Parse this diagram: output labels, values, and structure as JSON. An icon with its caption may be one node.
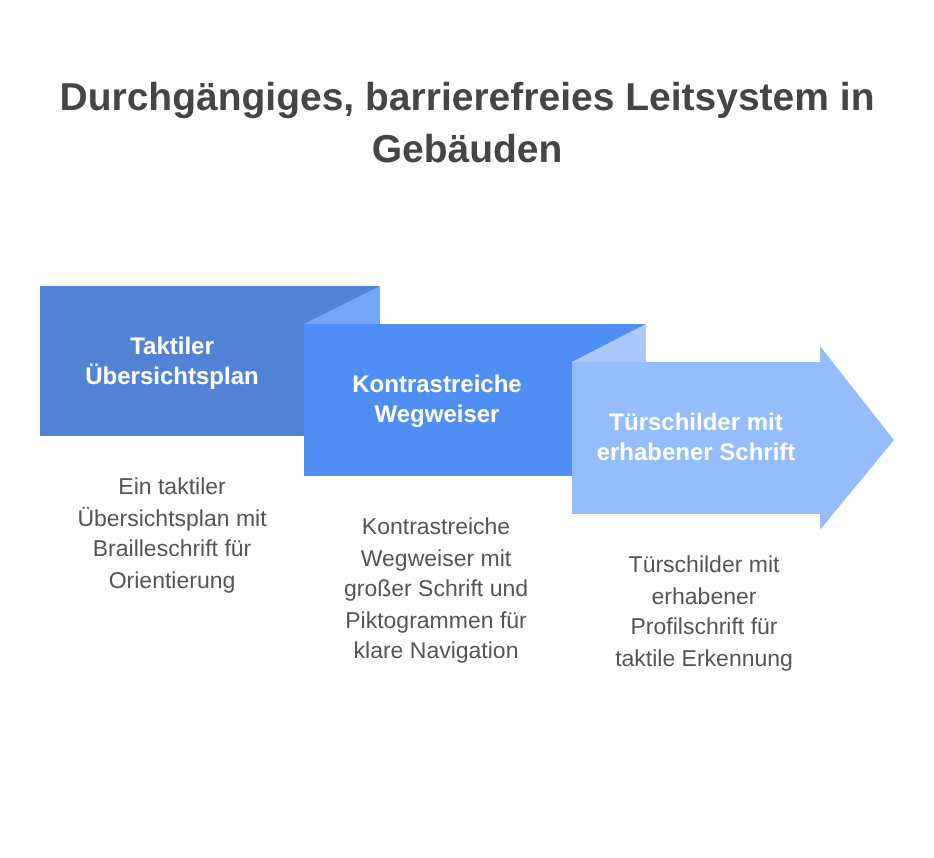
{
  "diagram": {
    "title": "Durchgängiges, barrierefreies Leitsystem in Gebäuden",
    "nodes": [
      {
        "text": [
          "Taktiler Übersichtsplan"
        ],
        "beside": [
          "Ein taktiler Übersichtsplan mit Brailleschrift für Orientierung"
        ]
      },
      {
        "text": [
          "Kontrastreiche Wegweiser"
        ],
        "beside": [
          "Kontrastreiche Wegweiser mit großer Schrift und Piktogrammen für klare Navigation"
        ]
      },
      {
        "text": [
          "Türschilder mit erhabener Schrift"
        ],
        "beside": [
          "Türschilder mit erhabener Profilschrift für taktile Erkennung"
        ]
      }
    ]
  }
}
